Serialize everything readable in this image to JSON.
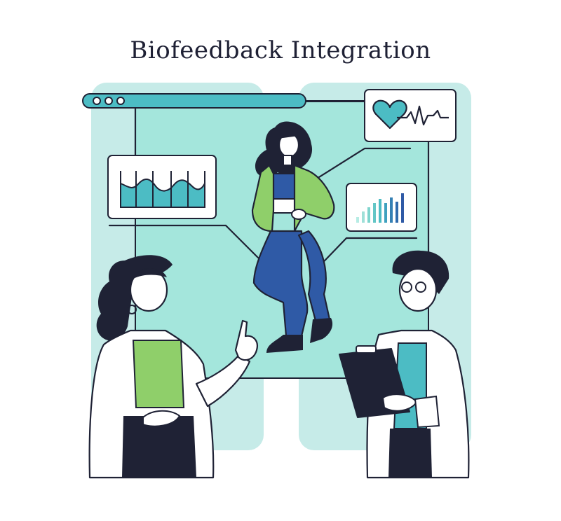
{
  "title": "Biofeedback Integration",
  "colors": {
    "ink": "#1f2235",
    "panel": "#c6ebe8",
    "screen": "#9ee3d8",
    "teal": "#4cbcc4",
    "green": "#8fcf6a",
    "blue": "#2f5aa6",
    "white": "#ffffff"
  },
  "icons": {
    "window_dots": "three-dots-icon",
    "heart": "heart-icon",
    "pulse": "pulse-line-icon",
    "area_chart": "area-chart-icon",
    "bar_chart": "bar-chart-icon",
    "clipboard": "clipboard-icon"
  },
  "illustration": {
    "subject": "patient-figure",
    "left_person": "doctor-pointing",
    "right_person": "doctor-with-clipboard"
  }
}
